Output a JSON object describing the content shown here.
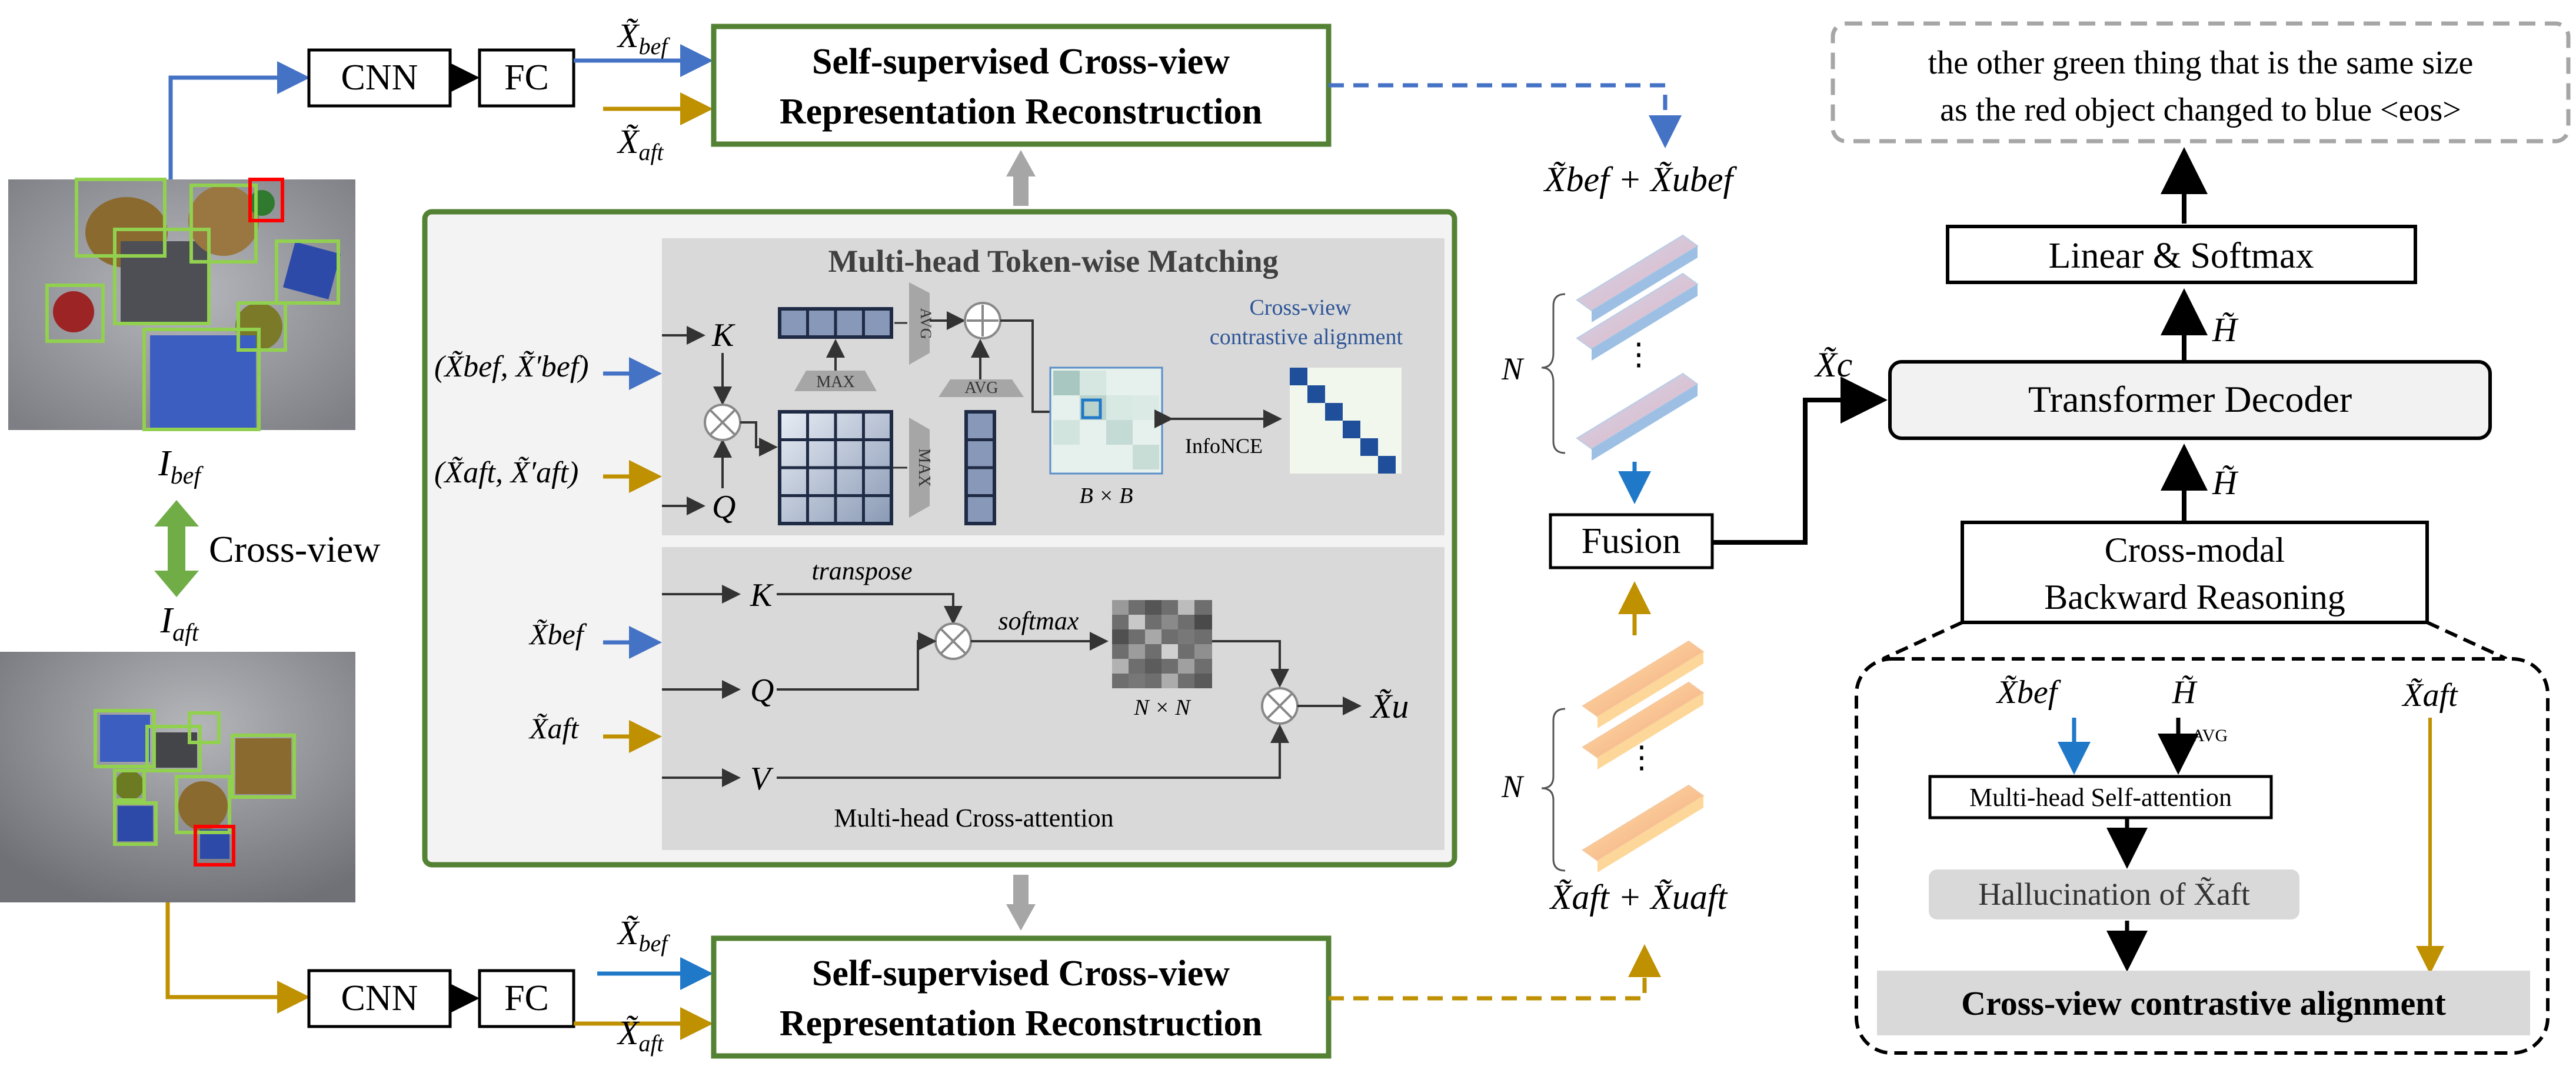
{
  "top": {
    "cnn_label": "CNN",
    "fc_label": "FC",
    "x_bef": "X̃",
    "x_bef_sub": "bef",
    "x_aft": "X̃",
    "x_aft_sub": "aft",
    "ssr_line1": "Self-supervised Cross-view",
    "ssr_line2": "Representation Reconstruction"
  },
  "bottom": {
    "cnn_label": "CNN",
    "fc_label": "FC",
    "x_bef": "X̃",
    "x_bef_sub": "bef",
    "x_aft": "X̃",
    "x_aft_sub": "aft",
    "ssr_line1": "Self-supervised Cross-view",
    "ssr_line2": "Representation Reconstruction"
  },
  "images": {
    "bef_label": "I",
    "bef_sub": "bef",
    "aft_label": "I",
    "aft_sub": "aft",
    "cross_view_label": "Cross-view"
  },
  "matching": {
    "title": "Multi-head Token-wise Matching",
    "input_bef": "(X̃bef, X̃′bef)",
    "input_aft": "(X̃aft, X̃′aft)",
    "k": "K",
    "q": "Q",
    "max_label": "MAX",
    "max_label2": "MAX",
    "avg_label": "AVG",
    "avg_label2": "AVG",
    "bxb": "B × B",
    "infonce": "InfoNCE",
    "contrastive_line1": "Cross-view",
    "contrastive_line2": "contrastive alignment"
  },
  "attention": {
    "title": "Multi-head Cross-attention",
    "k": "K",
    "q": "Q",
    "v": "V",
    "transpose": "transpose",
    "softmax": "softmax",
    "nxn": "N × N",
    "x_bef": "X̃bef",
    "x_aft": "X̃aft",
    "x_u": "X̃u"
  },
  "middle": {
    "top_sum": "X̃bef + X̃ubef",
    "bottom_sum": "X̃aft + X̃uaft",
    "n_top": "N",
    "n_bottom": "N",
    "fusion": "Fusion"
  },
  "decoder": {
    "output_line1": "the other green thing that is the same size",
    "output_line2": "as the red object changed to blue <eos>",
    "linear_softmax": "Linear & Softmax",
    "h_tilde": "H̃",
    "h_tilde2": "H̃",
    "xc": "X̃c",
    "transformer_decoder": "Transformer Decoder",
    "reasoning_line1": "Cross-modal",
    "reasoning_line2": "Backward Reasoning"
  },
  "reasoning": {
    "x_bef": "X̃bef",
    "h": "H̃",
    "avg": "AVG",
    "x_aft": "X̃aft",
    "self_attention": "Multi-head Self-attention",
    "hallucination": "Hallucination of X̃aft",
    "contrastive": "Cross-view  contrastive alignment"
  },
  "colors": {
    "blue_arrow": "#4472C4",
    "gold_arrow": "#BF9000",
    "green_border": "#548235",
    "green_arrow": "#70AD47",
    "gray_arrow": "#A6A6A6",
    "contrastive_blue": "#2E5597",
    "matrix_dark": "#1F4E9A"
  }
}
